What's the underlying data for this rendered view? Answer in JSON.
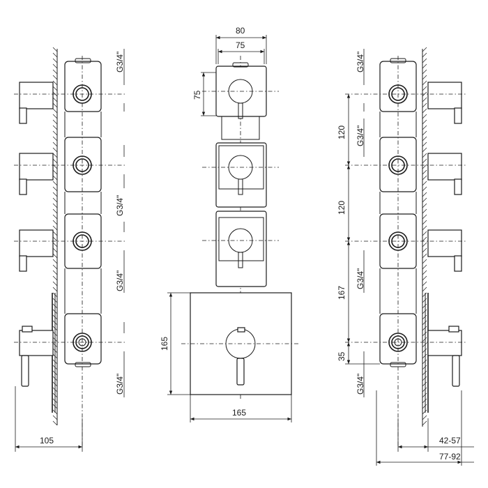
{
  "dimensions": {
    "top_width_outer": "80",
    "top_width_inner": "75",
    "top_height": "75",
    "plate_height": "165",
    "plate_width": "165",
    "left_depth": "105",
    "spacing_1": "120",
    "spacing_2": "120",
    "spacing_3": "167",
    "bottom_offset": "35",
    "right_depth_small": "42-57",
    "right_depth_large": "77-92"
  },
  "thread": {
    "label": "G3/4\""
  }
}
